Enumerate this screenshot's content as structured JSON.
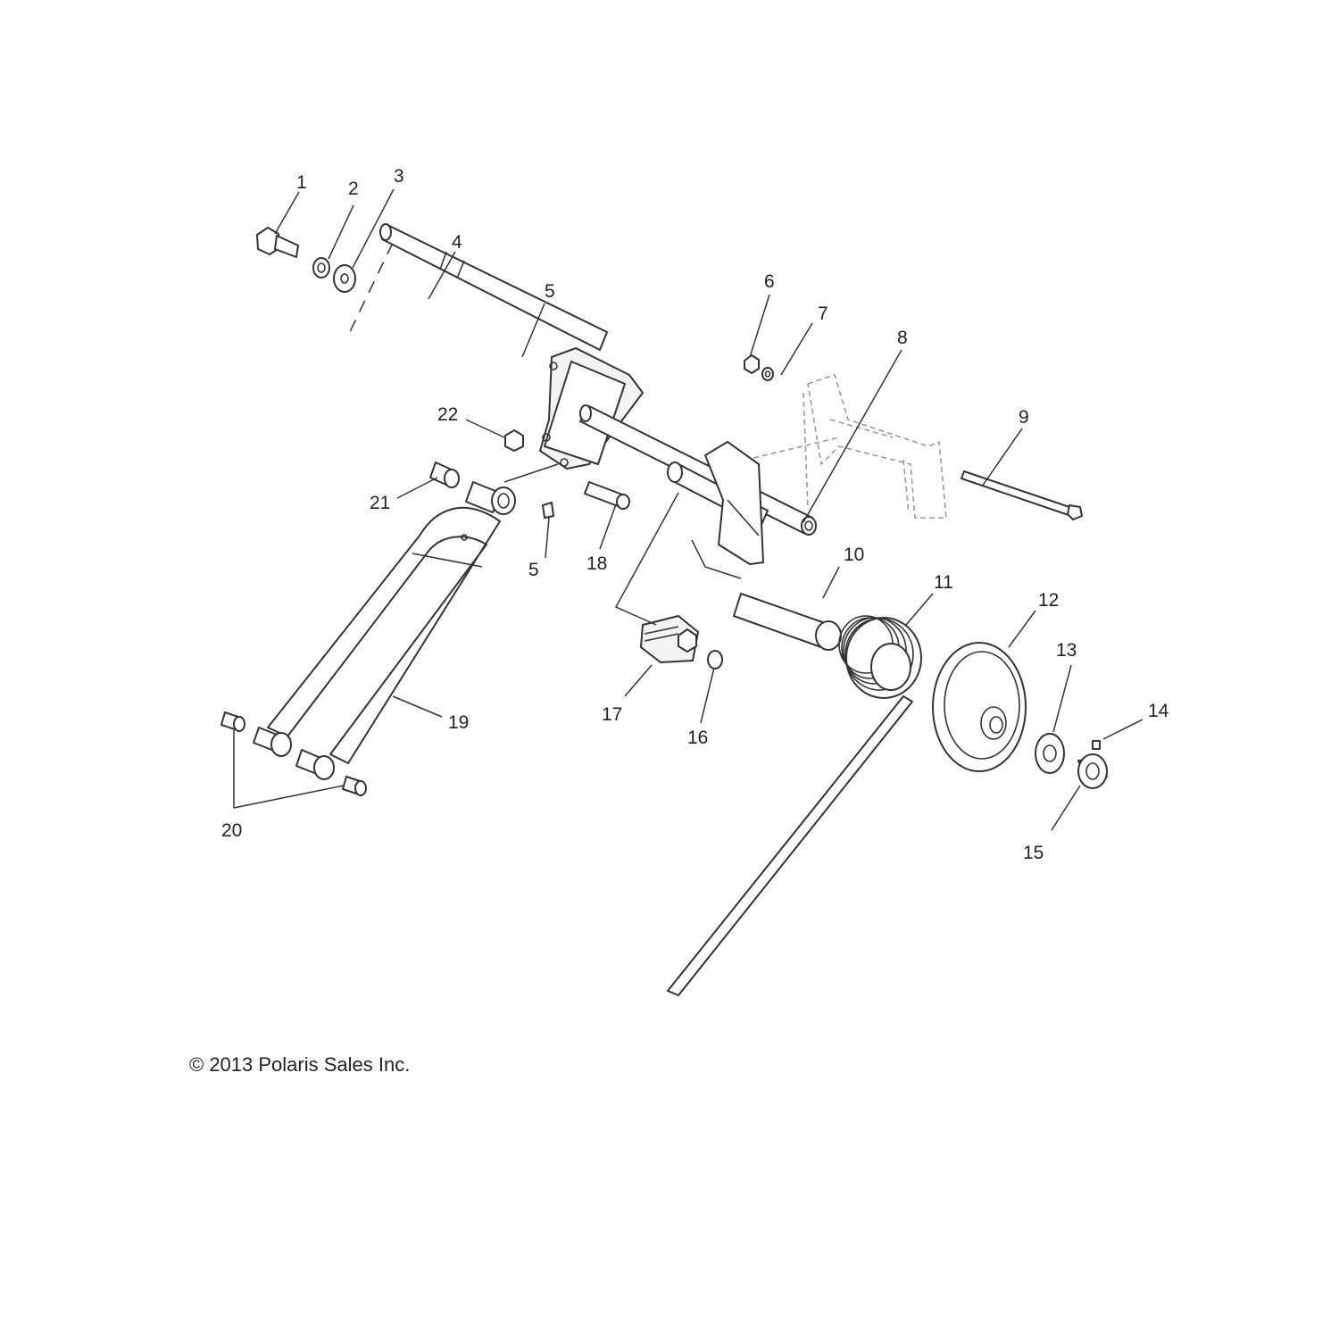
{
  "diagram": {
    "callouts": [
      "1",
      "2",
      "3",
      "4",
      "5",
      "6",
      "7",
      "8",
      "9",
      "10",
      "11",
      "12",
      "13",
      "14",
      "15",
      "16",
      "17",
      "18",
      "19",
      "20",
      "21",
      "22",
      "5"
    ]
  },
  "copyright": "© 2013 Polaris Sales Inc."
}
